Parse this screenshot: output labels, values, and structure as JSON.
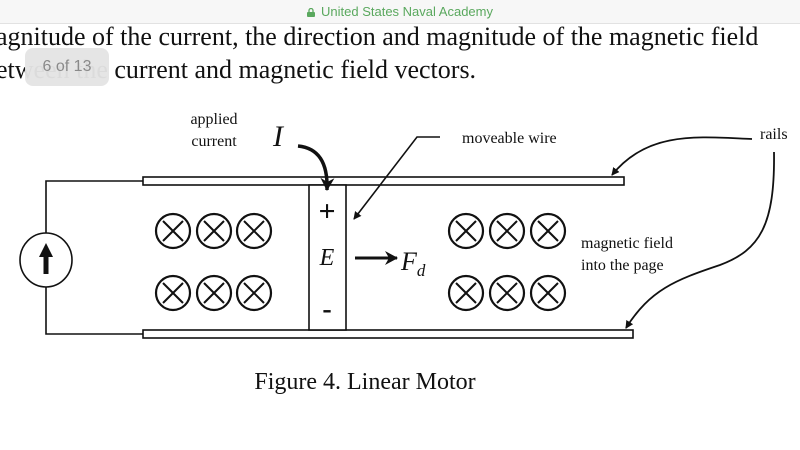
{
  "browser": {
    "site_label": "United States Naval Academy",
    "lock_icon": "lock-icon"
  },
  "document": {
    "lines": [
      "agnitude of the current, the direction and magnitude of the magnetic field",
      "etween the current and magnetic field vectors."
    ],
    "page_indicator": "6 of 13"
  },
  "figure": {
    "caption": "Figure 4. Linear Motor",
    "labels": {
      "applied_current_1": "applied",
      "applied_current_2": "current",
      "current_symbol": "I",
      "moveable_wire": "moveable wire",
      "rails": "rails",
      "plus": "+",
      "minus": "-",
      "efield_symbol": "E",
      "force_symbol": "F",
      "force_subscript": "d",
      "field_label_1": "magnetic field",
      "field_label_2": "into the page"
    },
    "field_symbol": "into-page-x-circle",
    "field_symbol_count_per_side": 6
  }
}
